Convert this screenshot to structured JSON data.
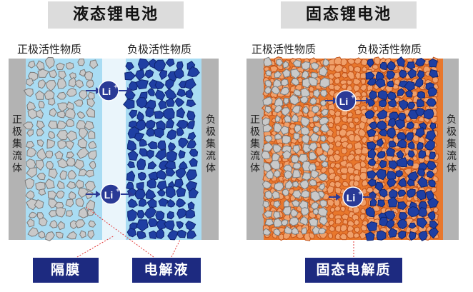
{
  "liquid": {
    "title": "液态锂电池",
    "cathode_active_label": "正极活性物质",
    "anode_active_label": "负极活性物质",
    "cathode_collector_label": "正极集流体",
    "anode_collector_label": "负极集流体",
    "ion_label": "Li",
    "ion_charge": "+",
    "separator_label": "隔膜",
    "electrolyte_label": "电解液"
  },
  "solid": {
    "title": "固态锂电池",
    "cathode_active_label": "正极活性物质",
    "anode_active_label": "负极活性物质",
    "cathode_collector_label": "正极集流体",
    "anode_collector_label": "负极集流体",
    "ion_label": "Li",
    "ion_charge": "+",
    "electrolyte_label": "固态电解质"
  },
  "colors": {
    "title_bg": "#dcdcdc",
    "collector": "#b3b3b3",
    "liquid_electrolyte": "#a9dcf3",
    "separator": "#eaf5fb",
    "cathode_particle": "#c9c9c9",
    "anode_particle": "#1f3fa3",
    "solid_electrolyte": "#e8772c",
    "label_box": "#1d2a80",
    "ion": "#2a3a96"
  }
}
